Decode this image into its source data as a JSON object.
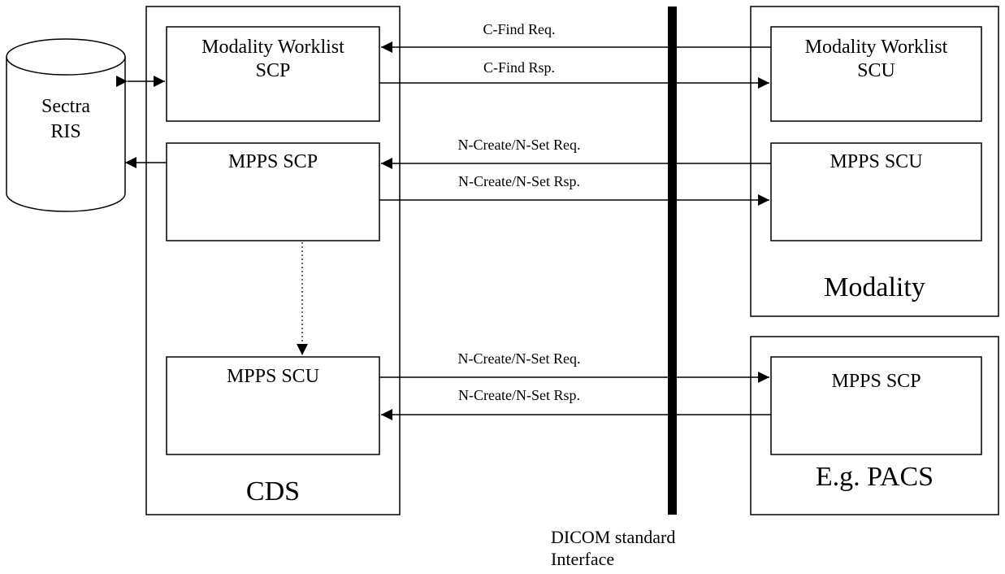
{
  "database": {
    "name_line1": "Sectra",
    "name_line2": "RIS"
  },
  "cds": {
    "label": "CDS",
    "worklist_scp": {
      "line1": "Modality Worklist",
      "line2": "SCP"
    },
    "mpps_scp": "MPPS SCP",
    "mpps_scu": "MPPS SCU"
  },
  "modality": {
    "label": "Modality",
    "worklist_scu": {
      "line1": "Modality Worklist",
      "line2": "SCU"
    },
    "mpps_scu": "MPPS SCU"
  },
  "pacs": {
    "label": "E.g. PACS",
    "mpps_scp": "MPPS SCP"
  },
  "messages": {
    "cfind_req": "C-Find Req.",
    "cfind_rsp": "C-Find Rsp.",
    "ncreate_req_top": "N-Create/N-Set Req.",
    "ncreate_rsp_top": "N-Create/N-Set Rsp.",
    "ncreate_req_bottom": "N-Create/N-Set Req.",
    "ncreate_rsp_bottom": "N-Create/N-Set Rsp."
  },
  "interface": {
    "line1": "DICOM standard",
    "line2": "Interface"
  }
}
